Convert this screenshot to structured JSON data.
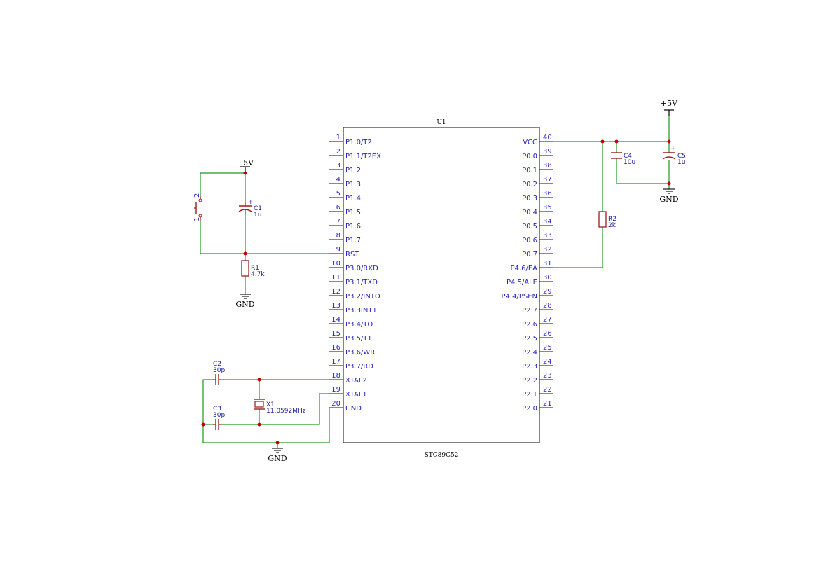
{
  "colors": {
    "wire": "#1a9a1a",
    "component": "#9b1c1c",
    "pin_text": "#2222bb",
    "junction": "#c00000",
    "outline": "#333333",
    "power_text": "#000000"
  },
  "chip": {
    "ref": "U1",
    "part": "STC89C52",
    "left_pins": [
      {
        "num": "1",
        "name": "P1.0/T2"
      },
      {
        "num": "2",
        "name": "P1.1/T2EX"
      },
      {
        "num": "3",
        "name": "P1.2"
      },
      {
        "num": "4",
        "name": "P1.3"
      },
      {
        "num": "5",
        "name": "P1.4"
      },
      {
        "num": "6",
        "name": "P1.5"
      },
      {
        "num": "7",
        "name": "P1.6"
      },
      {
        "num": "8",
        "name": "P1.7"
      },
      {
        "num": "9",
        "name": "RST"
      },
      {
        "num": "10",
        "name": "P3.0/RXD"
      },
      {
        "num": "11",
        "name": "P3.1/TXD"
      },
      {
        "num": "12",
        "name": "P3.2/INTO"
      },
      {
        "num": "13",
        "name": "P3.3INT1"
      },
      {
        "num": "14",
        "name": "P3.4/TO"
      },
      {
        "num": "15",
        "name": "P3.5/T1"
      },
      {
        "num": "16",
        "name": "P3.6/WR"
      },
      {
        "num": "17",
        "name": "P3.7/RD"
      },
      {
        "num": "18",
        "name": "XTAL2"
      },
      {
        "num": "19",
        "name": "XTAL1"
      },
      {
        "num": "20",
        "name": "GND"
      }
    ],
    "right_pins": [
      {
        "num": "40",
        "name": "VCC"
      },
      {
        "num": "39",
        "name": "P0.0"
      },
      {
        "num": "38",
        "name": "P0.1"
      },
      {
        "num": "37",
        "name": "P0.2"
      },
      {
        "num": "36",
        "name": "P0.3"
      },
      {
        "num": "35",
        "name": "P0.4"
      },
      {
        "num": "34",
        "name": "P0.5"
      },
      {
        "num": "33",
        "name": "P0.6"
      },
      {
        "num": "32",
        "name": "P0.7"
      },
      {
        "num": "31",
        "name": "P4.6/EA"
      },
      {
        "num": "30",
        "name": "P4.5/ALE"
      },
      {
        "num": "29",
        "name": "P4.4/PSEN"
      },
      {
        "num": "28",
        "name": "P2.7"
      },
      {
        "num": "27",
        "name": "P2.6"
      },
      {
        "num": "26",
        "name": "P2.5"
      },
      {
        "num": "25",
        "name": "P2.4"
      },
      {
        "num": "24",
        "name": "P2.3"
      },
      {
        "num": "23",
        "name": "P2.2"
      },
      {
        "num": "22",
        "name": "P2.1"
      },
      {
        "num": "21",
        "name": "P2.0"
      }
    ]
  },
  "power": {
    "vcc_reset": "+5V",
    "vcc_right": "+5V",
    "gnd_reset": "GND",
    "gnd_crystal": "GND",
    "gnd_right": "GND"
  },
  "switch": {
    "pin1": "1",
    "pin2": "2"
  },
  "components": {
    "c1": {
      "ref": "C1",
      "value": "1u",
      "plus": "+"
    },
    "r1": {
      "ref": "R1",
      "value": "4.7k"
    },
    "c2": {
      "ref": "C2",
      "value": "30p"
    },
    "c3": {
      "ref": "C3",
      "value": "30p"
    },
    "x1": {
      "ref": "X1",
      "value": "11.0592MHz"
    },
    "r2": {
      "ref": "R2",
      "value": "2k"
    },
    "c4": {
      "ref": "C4",
      "value": "10u"
    },
    "c5": {
      "ref": "C5",
      "value": "1u",
      "plus": "+"
    }
  }
}
